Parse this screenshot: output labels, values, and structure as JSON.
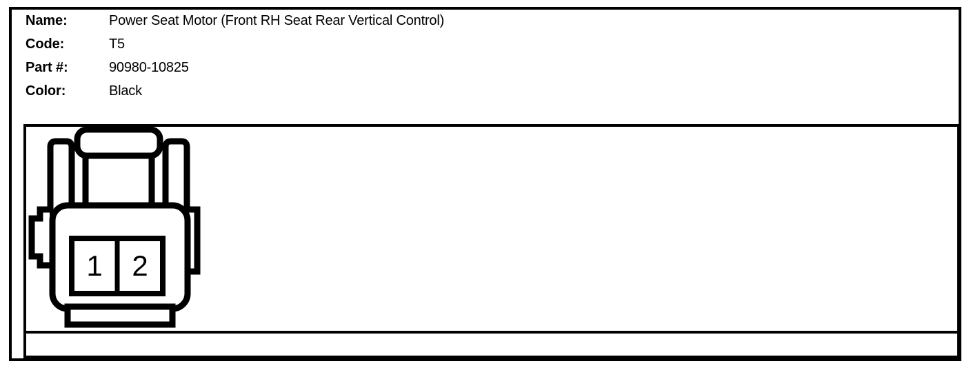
{
  "connector_detail": {
    "spec_rows": [
      {
        "label": "Name:",
        "value": "Power Seat Motor (Front RH Seat Rear Vertical Control)"
      },
      {
        "label": "Code:",
        "value": "T5"
      },
      {
        "label": "Part #:",
        "value": "90980-10825"
      },
      {
        "label": "Color:",
        "value": "Black"
      }
    ],
    "diagram": {
      "kind": "connector-face-view",
      "cavity_count": 2,
      "cavities": [
        {
          "number": "1"
        },
        {
          "number": "2"
        }
      ],
      "features": [
        "top-latch-bar",
        "left-retainer-prong",
        "right-retainer-prong",
        "center-tab",
        "left-side-lock-tab",
        "right-side-rail",
        "bottom-skirt"
      ]
    },
    "bottom_strip": {
      "text": ""
    },
    "colors": {
      "line": "#000000",
      "background": "#ffffff"
    }
  }
}
